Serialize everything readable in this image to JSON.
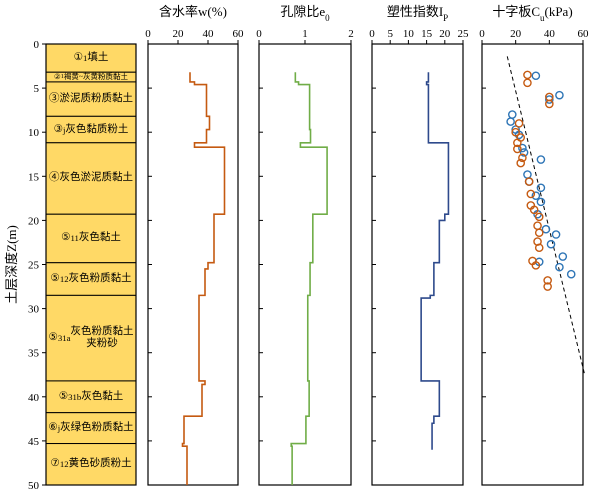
{
  "chart_data": {
    "type": "line",
    "ylabel": "土层深度Z(m)",
    "ylim": [
      0,
      50
    ],
    "yticks": [
      0,
      5,
      10,
      15,
      20,
      25,
      30,
      35,
      40,
      45,
      50
    ],
    "layers": [
      {
        "top": 0,
        "bottom": 3.2,
        "name": "①₁填土",
        "html": "①<sub>1</sub>填土",
        "size": "normal"
      },
      {
        "top": 3.2,
        "bottom": 4.3,
        "name": "②₁褐黄~灰黄粉质黏土",
        "html": "②<sub>1</sub>褐黄~灰黄粉质黏土",
        "size": "small"
      },
      {
        "top": 4.3,
        "bottom": 8.2,
        "name": "③淤泥质粉质黏土",
        "html": "③淤泥质粉质黏土",
        "size": "normal"
      },
      {
        "top": 8.2,
        "bottom": 11.2,
        "name": "③j灰色黏质粉土",
        "html": "③<sub>j</sub>灰色黏质粉土",
        "size": "normal"
      },
      {
        "top": 11.2,
        "bottom": 19.3,
        "name": "④灰色淤泥质黏土",
        "html": "④灰色淤泥质黏土",
        "size": "normal"
      },
      {
        "top": 19.3,
        "bottom": 24.8,
        "name": "⑤11灰色黏土",
        "html": "⑤<sub>11</sub>灰色黏土",
        "size": "normal"
      },
      {
        "top": 24.8,
        "bottom": 28.5,
        "name": "⑤12灰色粉质黏土",
        "html": "⑤<sub>12</sub>灰色粉质黏土",
        "size": "normal"
      },
      {
        "top": 28.5,
        "bottom": 38.2,
        "name": "⑤31a灰色粉质黏土夹粉砂",
        "html": "⑤<sub>31a</sub>灰色粉质黏土<br>夹粉砂",
        "size": "normal"
      },
      {
        "top": 38.2,
        "bottom": 41.8,
        "name": "⑤31b灰色黏土",
        "html": "⑤<sub>31b</sub>灰色黏土",
        "size": "normal"
      },
      {
        "top": 41.8,
        "bottom": 45.3,
        "name": "⑥j灰绿色粉质黏土",
        "html": "⑥<sub>j</sub>灰绿色粉质黏土",
        "size": "normal"
      },
      {
        "top": 45.3,
        "bottom": 50,
        "name": "⑦12黄色砂质粉土",
        "html": "⑦<sub>12</sub>黄色砂质粉土",
        "size": "normal"
      }
    ],
    "panels": [
      {
        "title": "含水率w(%)",
        "title_html": "含水率w(%)",
        "type": "line",
        "xlim": [
          0,
          60
        ],
        "xticks": [
          0,
          20,
          40,
          60
        ],
        "color": "#C55A11",
        "x": [
          28,
          28,
          31,
          31,
          39,
          39,
          41,
          41,
          39,
          39,
          31,
          31,
          51,
          51,
          44,
          44,
          40,
          40,
          38,
          38,
          34,
          34,
          38,
          38,
          36,
          36,
          24,
          24,
          23,
          23,
          26,
          26
        ],
        "y": [
          3.2,
          4.3,
          4.3,
          4.6,
          4.6,
          8.2,
          8.2,
          9.7,
          9.7,
          11.2,
          11.2,
          11.7,
          11.7,
          19.3,
          19.3,
          24.8,
          24.8,
          25.5,
          25.5,
          28.5,
          28.5,
          38.2,
          38.2,
          38.6,
          38.6,
          42.2,
          42.2,
          45.3,
          45.3,
          45.6,
          45.6,
          50
        ]
      },
      {
        "title": "孔隙比e0",
        "title_html": "孔隙比e<tspan font-size=\"9\" baseline-shift=\"sub\">0</tspan>",
        "type": "line",
        "xlim": [
          0,
          2
        ],
        "xticks": [
          0,
          1,
          2
        ],
        "color": "#70AD47",
        "x": [
          0.79,
          0.79,
          0.86,
          0.86,
          1.1,
          1.1,
          1.12,
          1.12,
          0.9,
          0.9,
          1.48,
          1.48,
          1.17,
          1.17,
          1.11,
          1.11,
          1.06,
          1.06,
          1.09,
          1.09,
          1.02,
          1.02,
          0.7,
          0.7,
          0.72,
          0.72
        ],
        "y": [
          3.2,
          4.3,
          4.3,
          4.6,
          4.6,
          9.7,
          9.7,
          11.2,
          11.2,
          11.7,
          11.7,
          19.3,
          19.3,
          24.8,
          24.8,
          28.5,
          28.5,
          38.2,
          38.2,
          42.2,
          42.2,
          45.3,
          45.3,
          45.6,
          45.6,
          50
        ]
      },
      {
        "title": "塑性指数IP",
        "title_html": "塑性指数I<tspan font-size=\"9\" baseline-shift=\"sub\">P</tspan>",
        "type": "line",
        "xlim": [
          0,
          25
        ],
        "xticks": [
          0,
          5,
          10,
          15,
          20,
          25
        ],
        "color": "#2E4A8C",
        "x": [
          15.5,
          15.5,
          15,
          15,
          15.5,
          15.5,
          21,
          21,
          20,
          20,
          18.5,
          18.5,
          17,
          17,
          16,
          16,
          13.5,
          13.5,
          18.5,
          18.5,
          17,
          17,
          16.5,
          16.5
        ],
        "y": [
          3.2,
          4.3,
          4.3,
          4.6,
          4.6,
          11.2,
          11.2,
          19.3,
          19.3,
          20,
          20,
          24.8,
          24.8,
          28.5,
          28.5,
          28.8,
          28.8,
          38.2,
          38.2,
          42.2,
          42.2,
          43,
          43,
          46
        ]
      },
      {
        "title": "十字板Cu(kPa)",
        "title_html": "十字板C<tspan font-size=\"9\" baseline-shift=\"sub\">u</tspan>(kPa)",
        "type": "scatter",
        "xlim": [
          0,
          60
        ],
        "xticks": [
          0,
          20,
          40,
          60
        ],
        "series": [
          {
            "color": "#2E75B6",
            "points": [
              [
                32,
                3.6
              ],
              [
                46,
                5.8
              ],
              [
                40,
                6.3
              ],
              [
                18,
                8.0
              ],
              [
                17,
                8.8
              ],
              [
                20,
                9.7
              ],
              [
                22,
                10.3
              ],
              [
                24,
                11.8
              ],
              [
                25,
                12.3
              ],
              [
                35,
                13.1
              ],
              [
                27,
                14.8
              ],
              [
                28,
                15.6
              ],
              [
                35,
                16.3
              ],
              [
                32,
                17.2
              ],
              [
                35,
                17.9
              ],
              [
                33,
                19.3
              ],
              [
                38,
                21.0
              ],
              [
                44,
                21.6
              ],
              [
                41,
                22.7
              ],
              [
                48,
                24.1
              ],
              [
                46,
                25.3
              ],
              [
                53,
                26.1
              ],
              [
                34,
                24.7
              ]
            ]
          },
          {
            "color": "#C55A11",
            "points": [
              [
                27,
                3.5
              ],
              [
                27,
                4.4
              ],
              [
                40,
                6.0
              ],
              [
                40,
                6.8
              ],
              [
                22,
                9.0
              ],
              [
                20,
                10.0
              ],
              [
                23,
                10.6
              ],
              [
                21,
                11.2
              ],
              [
                21,
                11.9
              ],
              [
                24,
                12.9
              ],
              [
                23,
                13.5
              ],
              [
                28,
                15.6
              ],
              [
                29,
                17.0
              ],
              [
                29,
                18.3
              ],
              [
                31,
                18.8
              ],
              [
                34,
                19.6
              ],
              [
                33,
                20.6
              ],
              [
                33,
                22.4
              ],
              [
                34,
                23.1
              ],
              [
                30,
                24.6
              ],
              [
                32,
                25.1
              ],
              [
                39,
                26.8
              ],
              [
                39,
                27.5
              ],
              [
                34,
                21.4
              ]
            ]
          }
        ],
        "fit_line": {
          "x": [
            15,
            61
          ],
          "y": [
            1.4,
            37.5
          ]
        }
      }
    ]
  }
}
